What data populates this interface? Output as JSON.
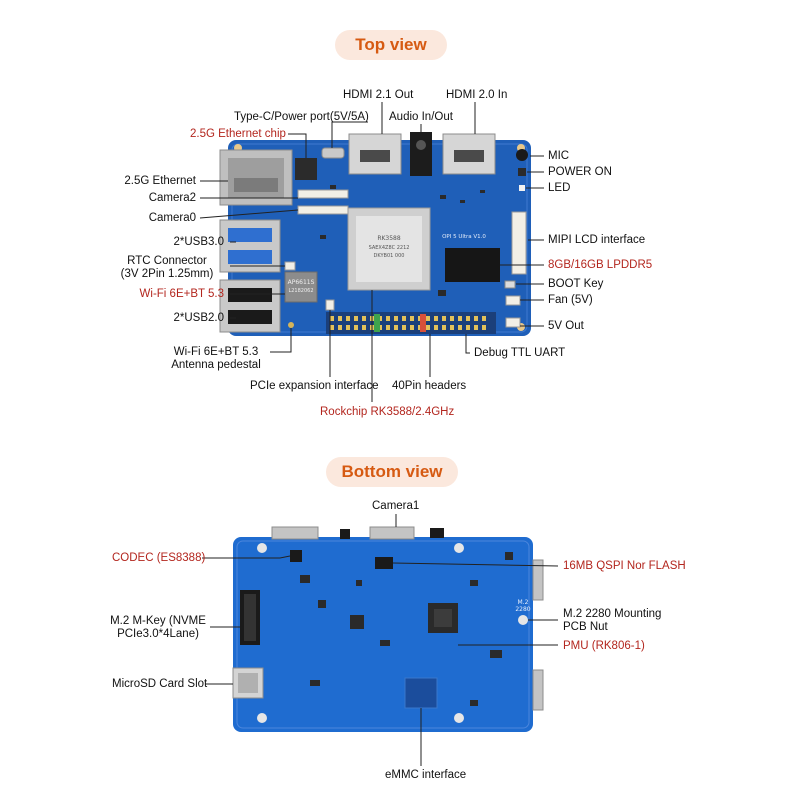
{
  "top_view": {
    "title": "Top view",
    "labels": {
      "hdmi21": "HDMI 2.1 Out",
      "hdmi20": "HDMI 2.0 In",
      "typec": "Type-C/Power port(5V/5A)",
      "audio": "Audio In/Out",
      "eth_chip": "2.5G Ethernet chip",
      "mic": "MIC",
      "power_on": "POWER ON",
      "led": "LED",
      "eth": "2.5G Ethernet",
      "camera2": "Camera2",
      "camera0": "Camera0",
      "mipi_lcd": "MIPI LCD interface",
      "usb3": "2*USB3.0",
      "rtc_1": "RTC Connector",
      "rtc_2": "(3V 2Pin 1.25mm)",
      "lpddr5": "8GB/16GB LPDDR5",
      "boot_key": "BOOT Key",
      "wifi_chip": "Wi-Fi 6E+BT 5.3",
      "fan": "Fan (5V)",
      "usb2": "2*USB2.0",
      "five_v_out": "5V Out",
      "antenna_1": "Wi-Fi 6E+BT 5.3",
      "antenna_2": "Antenna pedestal",
      "debug_uart": "Debug TTL UART",
      "pcie": "PCIe expansion interface",
      "headers": "40Pin headers",
      "soc": "Rockchip RK3588/2.4GHz"
    },
    "board_text": {
      "chip_line1": "RK3588",
      "chip_line2": "SAEX4Z8C 2212",
      "chip_line3": "DKYB01 000",
      "board_name": "OPI 5 Ultra V1.0",
      "wifi_line1": "AP6611S",
      "wifi_line2": "L2182062"
    }
  },
  "bottom_view": {
    "title": "Bottom view",
    "labels": {
      "camera1": "Camera1",
      "codec": "CODEC (ES8388)",
      "qspi": "16MB QSPI Nor FLASH",
      "m2_1": "M.2 M-Key (NVME",
      "m2_2": "PCIe3.0*4Lane)",
      "mount_1": "M.2 2280 Mounting",
      "mount_2": "PCB Nut",
      "pmu": "PMU (RK806-1)",
      "microsd": "MicroSD Card Slot",
      "emmc": "eMMC interface"
    },
    "board_text": {
      "m2": "M.2",
      "m2_size": "2280"
    }
  }
}
